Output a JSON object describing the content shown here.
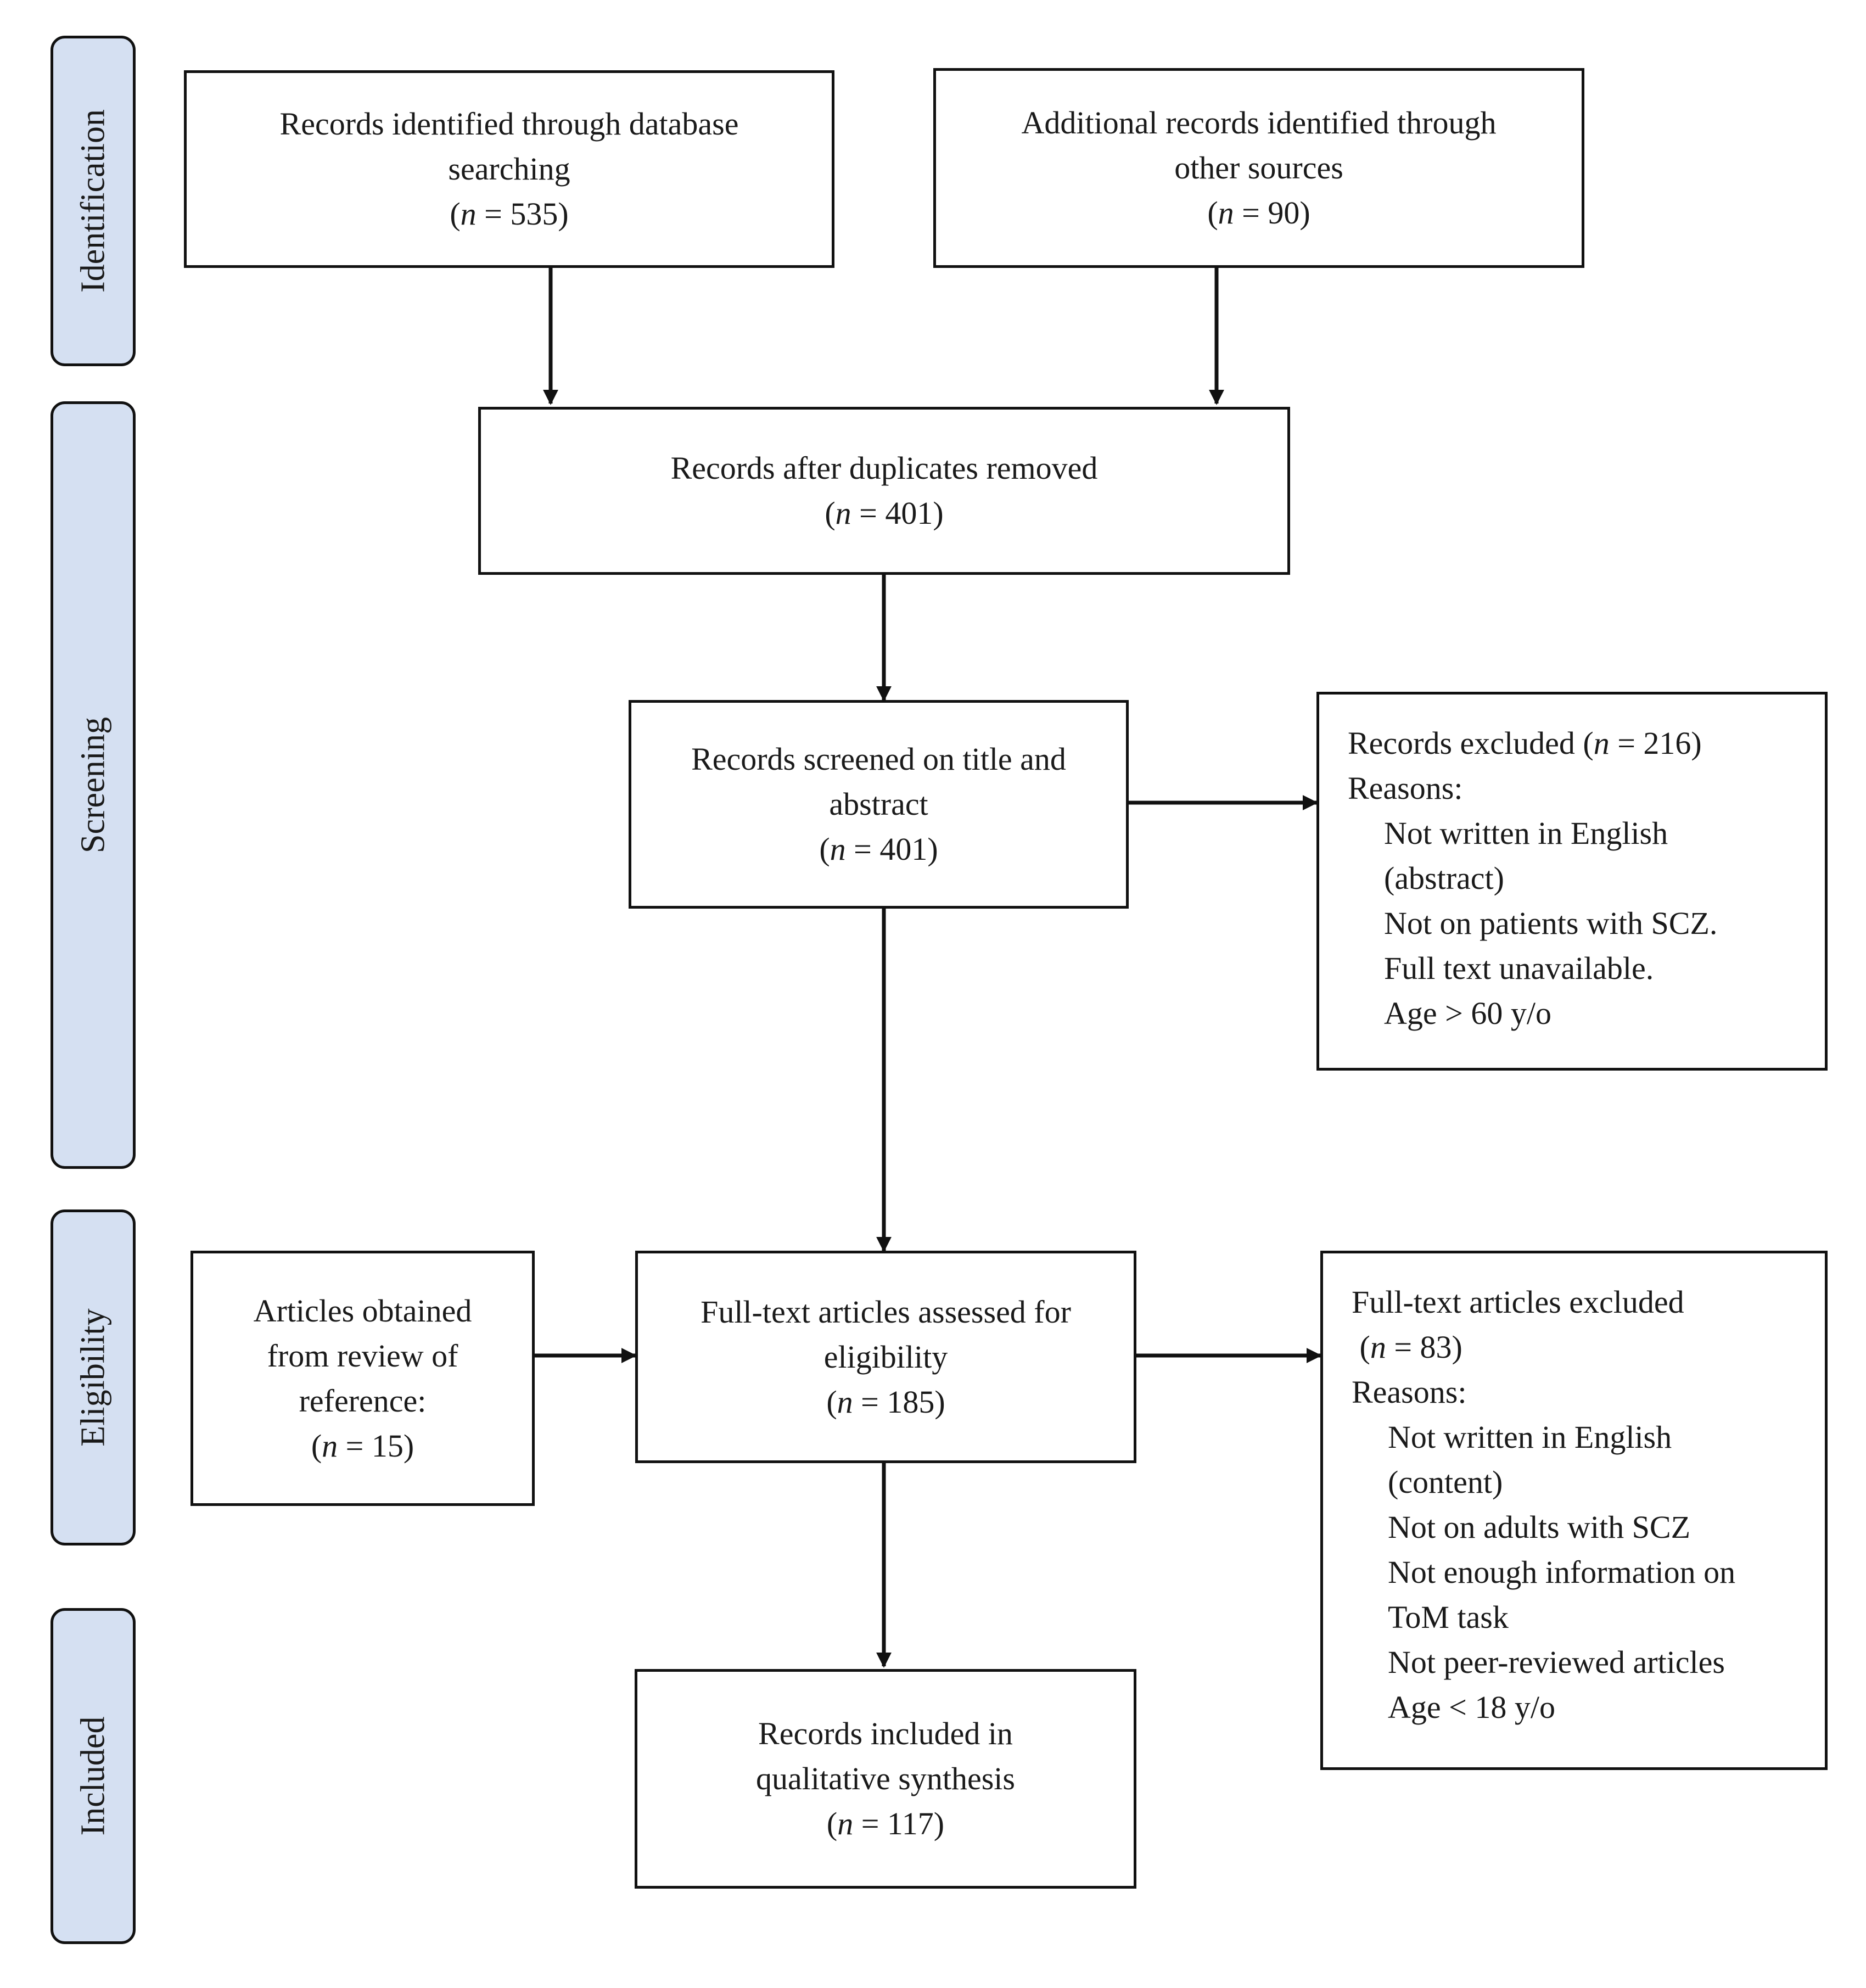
{
  "phases": {
    "identification": "Identification",
    "screening": "Screening",
    "eligibility": "Eligibility",
    "included": "Included"
  },
  "boxes": {
    "database": {
      "line1": "Records identified through database",
      "line2": "searching",
      "n_prefix": "(",
      "n_var": "n",
      "n_value": " = 535)"
    },
    "other_sources": {
      "line1": "Additional records identified through",
      "line2": "other sources",
      "n_prefix": "(",
      "n_var": "n",
      "n_value": " = 90)"
    },
    "duplicates_removed": {
      "line1": "Records after duplicates removed",
      "n_prefix": "(",
      "n_var": "n",
      "n_value": " = 401)"
    },
    "screened": {
      "line1": "Records screened on title and",
      "line2": "abstract",
      "n_prefix": "(",
      "n_var": "n",
      "n_value": " = 401)"
    },
    "excluded": {
      "title_prefix": "Records excluded (",
      "n_var": "n",
      "title_value": " = 216)",
      "reasons_label": "Reasons:",
      "reasons": [
        "Not written in English",
        "(abstract)",
        "Not on patients with SCZ.",
        "Full text unavailable.",
        "Age > 60 y/o"
      ]
    },
    "references": {
      "line1": "Articles obtained",
      "line2": "from review of",
      "line3": "reference:",
      "n_prefix": "(",
      "n_var": "n",
      "n_value": " = 15)"
    },
    "full_text": {
      "line1": "Full-text articles assessed for",
      "line2": "eligibility",
      "n_prefix": "(",
      "n_var": "n",
      "n_value": " = 185)"
    },
    "full_text_excluded": {
      "title": "Full-text articles excluded",
      "n_prefix": " (",
      "n_var": "n",
      "n_value": " = 83)",
      "reasons_label": "Reasons:",
      "reasons": [
        "Not written in English",
        "(content)",
        "Not on adults with SCZ",
        "Not enough information on",
        "ToM task",
        "Not peer-reviewed articles",
        "Age < 18 y/o"
      ]
    },
    "included": {
      "line1": "Records included in",
      "line2": "qualitative synthesis",
      "n_prefix": "(",
      "n_var": "n",
      "n_value": " = 117)"
    }
  }
}
